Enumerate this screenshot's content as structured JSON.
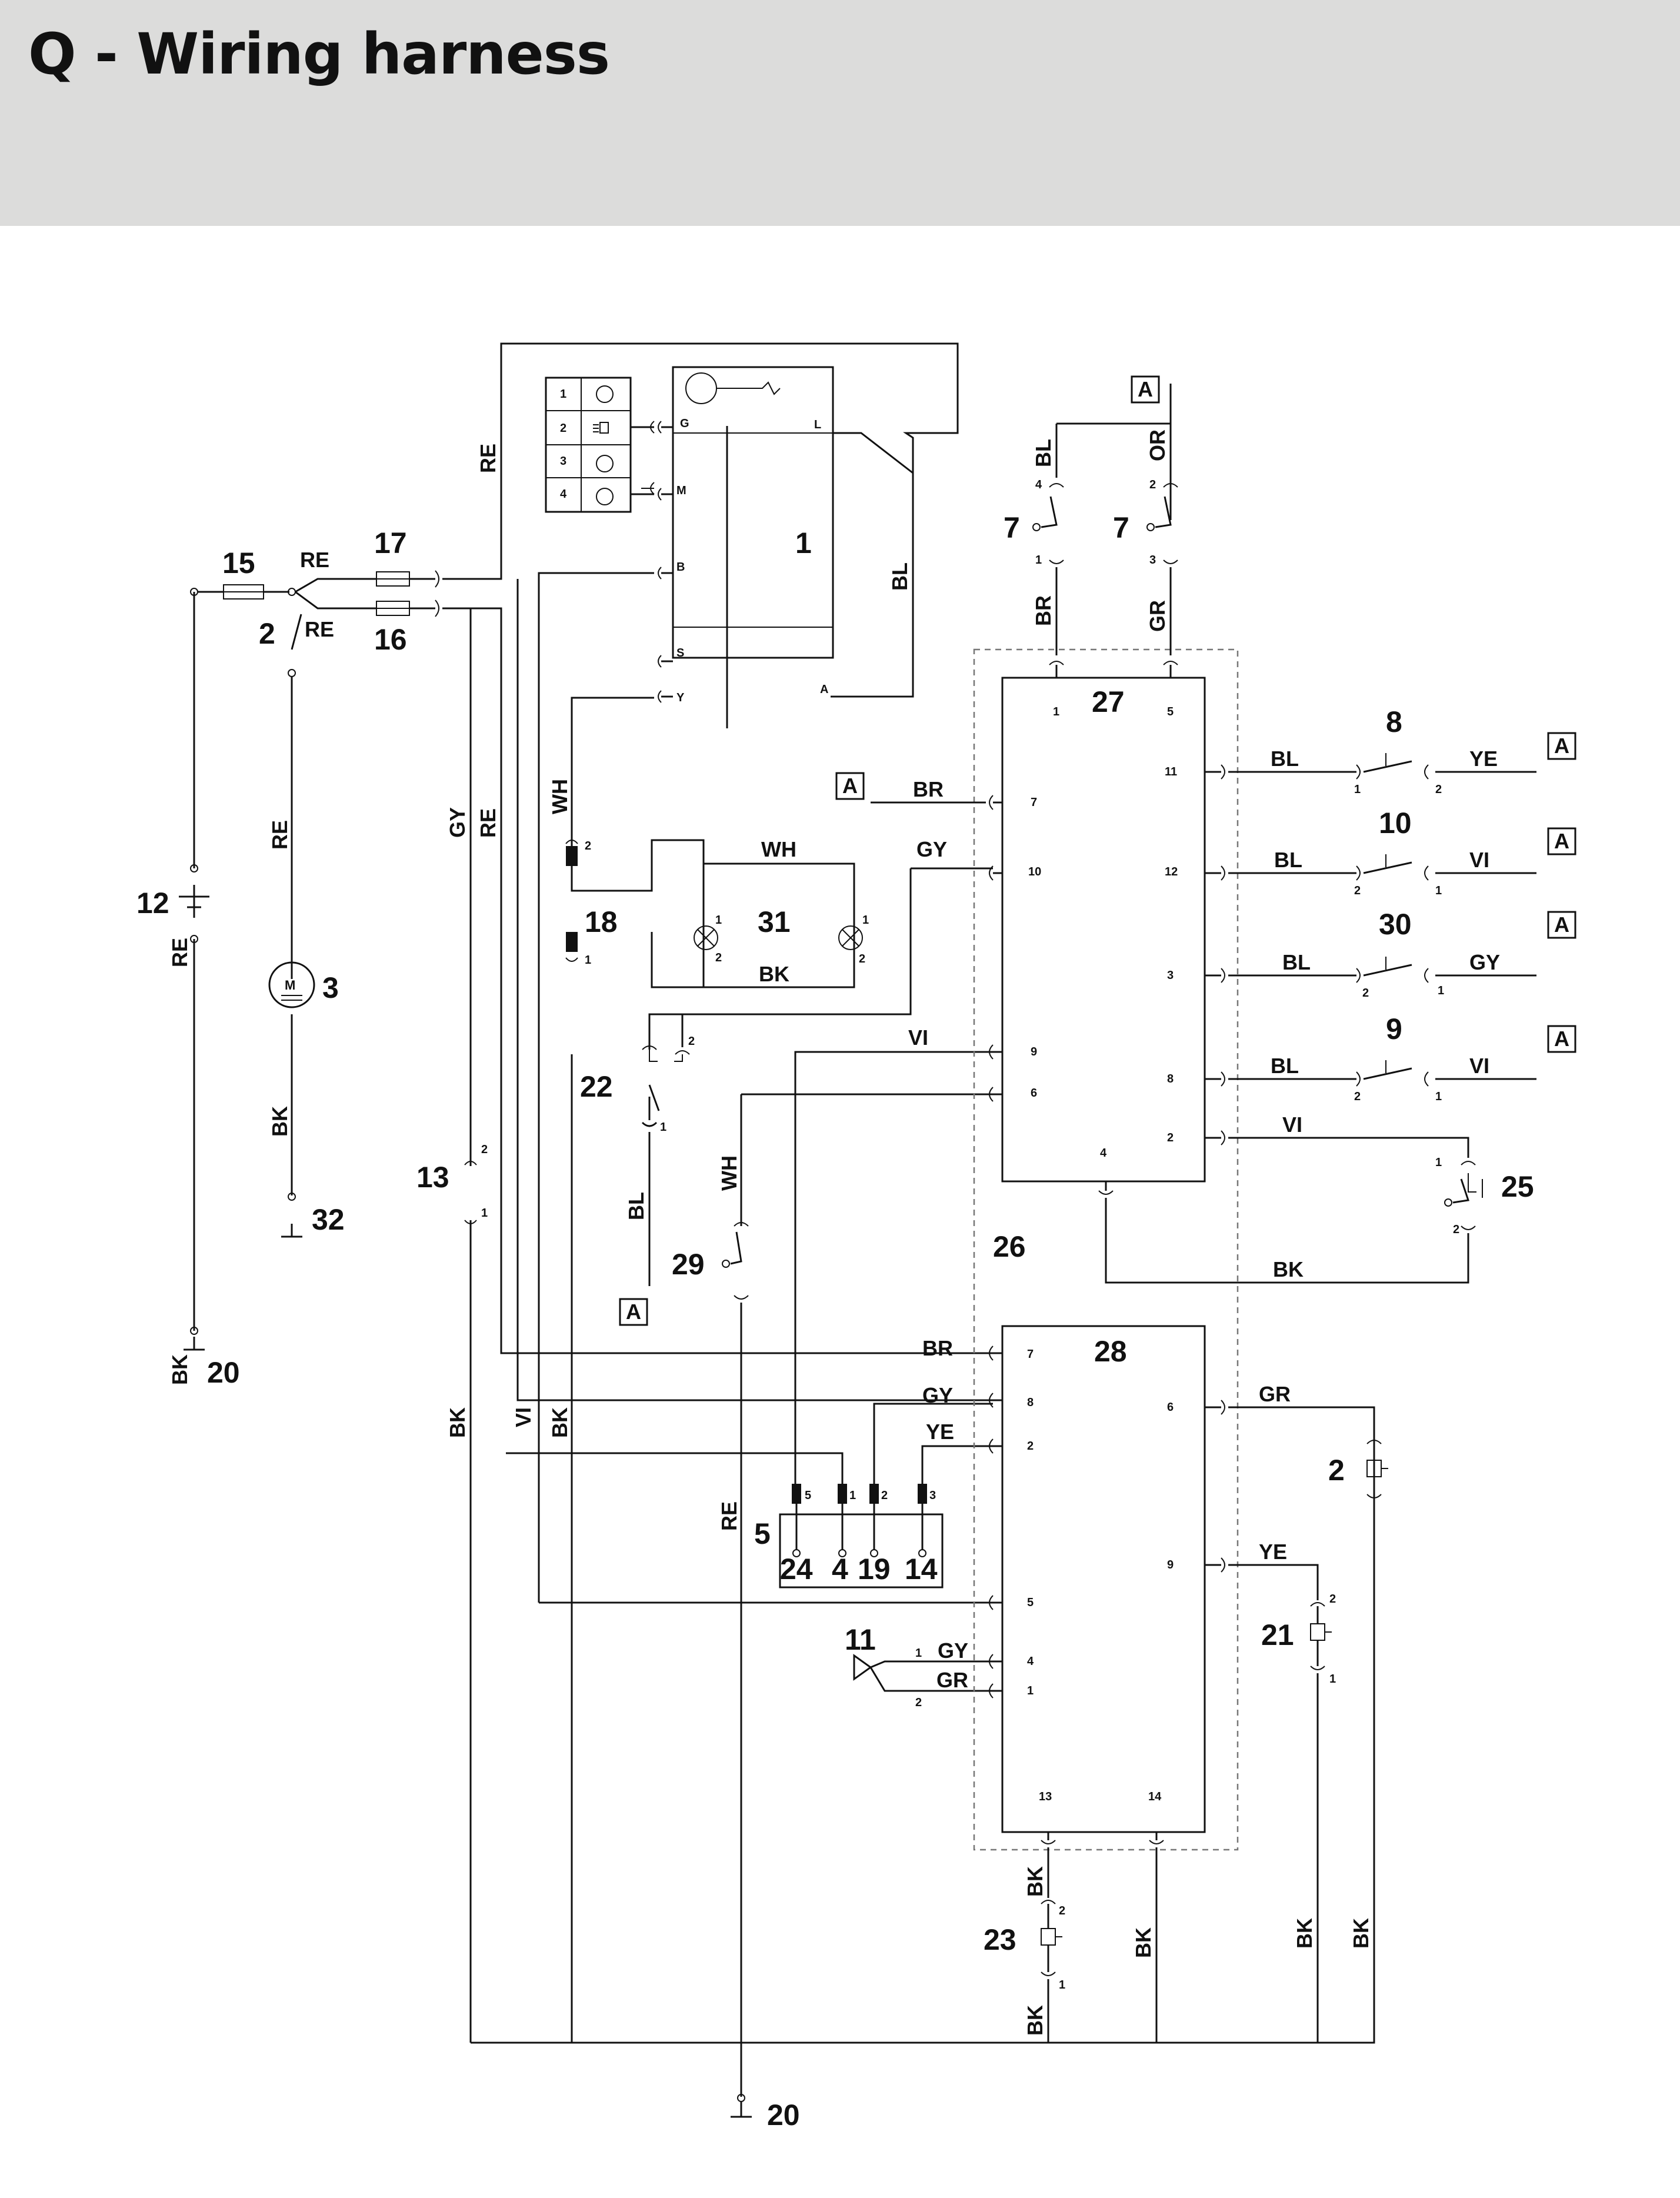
{
  "header": {
    "title": "Q - Wiring harness"
  },
  "colors": {
    "header_bg": "#dcdcdb",
    "line": "#111111"
  },
  "components": {
    "c1": "1",
    "c2": "2",
    "c2b": "2",
    "c3": "3",
    "c5": "5",
    "c7a": "7",
    "c7b": "7",
    "c8": "8",
    "c9": "9",
    "c10": "10",
    "c11": "11",
    "c12": "12",
    "c13": "13",
    "c14": "14",
    "c15": "15",
    "c16": "16",
    "c17": "17",
    "c18": "18",
    "c19": "19",
    "c20a": "20",
    "c20b": "20",
    "c21": "21",
    "c22": "22",
    "c23": "23",
    "c24": "24",
    "c25": "25",
    "c26": "26",
    "c27": "27",
    "c28": "28",
    "c29": "29",
    "c30": "30",
    "c31": "31",
    "c32": "32",
    "c4": "4"
  },
  "wire_labels": [
    "RE",
    "RE",
    "RE",
    "RE",
    "RE",
    "GY",
    "WH",
    "RE",
    "BL",
    "GY",
    "WH",
    "BK",
    "VI",
    "BL",
    "WH",
    "BR",
    "BL",
    "OR",
    "BR",
    "GR",
    "BL",
    "YE",
    "BL",
    "VI",
    "BL",
    "GY",
    "BL",
    "VI",
    "BK",
    "BK",
    "BK",
    "BK",
    "VI",
    "BK",
    "RE",
    "BR",
    "GY",
    "YE",
    "GY",
    "GR",
    "GR",
    "YE",
    "BK",
    "BK",
    "BK",
    "BK",
    "BK"
  ],
  "ref_markers": [
    "A",
    "A",
    "A",
    "A",
    "A",
    "A",
    "A"
  ],
  "switch_table": {
    "rows": [
      "1",
      "2",
      "3",
      "4"
    ]
  },
  "ignition_terminals": [
    "G",
    "M",
    "B",
    "S",
    "Y"
  ],
  "ignition_out": [
    "L",
    "A"
  ],
  "motor_symbol": "M"
}
